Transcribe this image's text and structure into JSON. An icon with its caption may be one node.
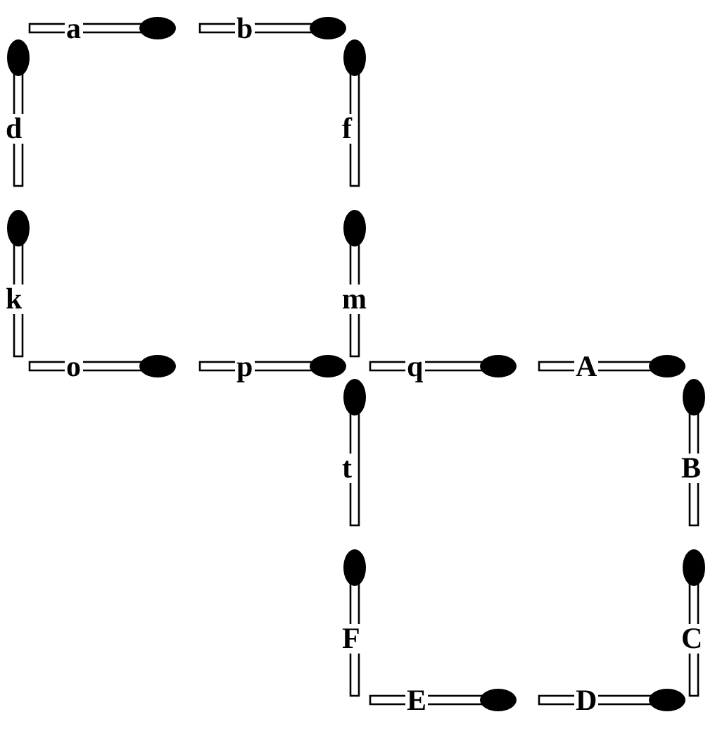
{
  "diagram": {
    "nodes": [
      {
        "text": [
          "a"
        ]
      },
      {
        "text": [
          "b"
        ]
      },
      {
        "text": [
          "d"
        ]
      },
      {
        "text": [
          "f"
        ]
      },
      {
        "text": [
          "k"
        ]
      },
      {
        "text": [
          "m"
        ]
      },
      {
        "text": [
          "o"
        ]
      },
      {
        "text": [
          "p"
        ]
      },
      {
        "text": [
          "q"
        ]
      },
      {
        "text": [
          "A"
        ]
      },
      {
        "text": [
          "t"
        ]
      },
      {
        "text": [
          "B"
        ]
      },
      {
        "text": [
          "F"
        ]
      },
      {
        "text": [
          "C"
        ]
      },
      {
        "text": [
          "E"
        ]
      },
      {
        "text": [
          "D"
        ]
      }
    ]
  }
}
